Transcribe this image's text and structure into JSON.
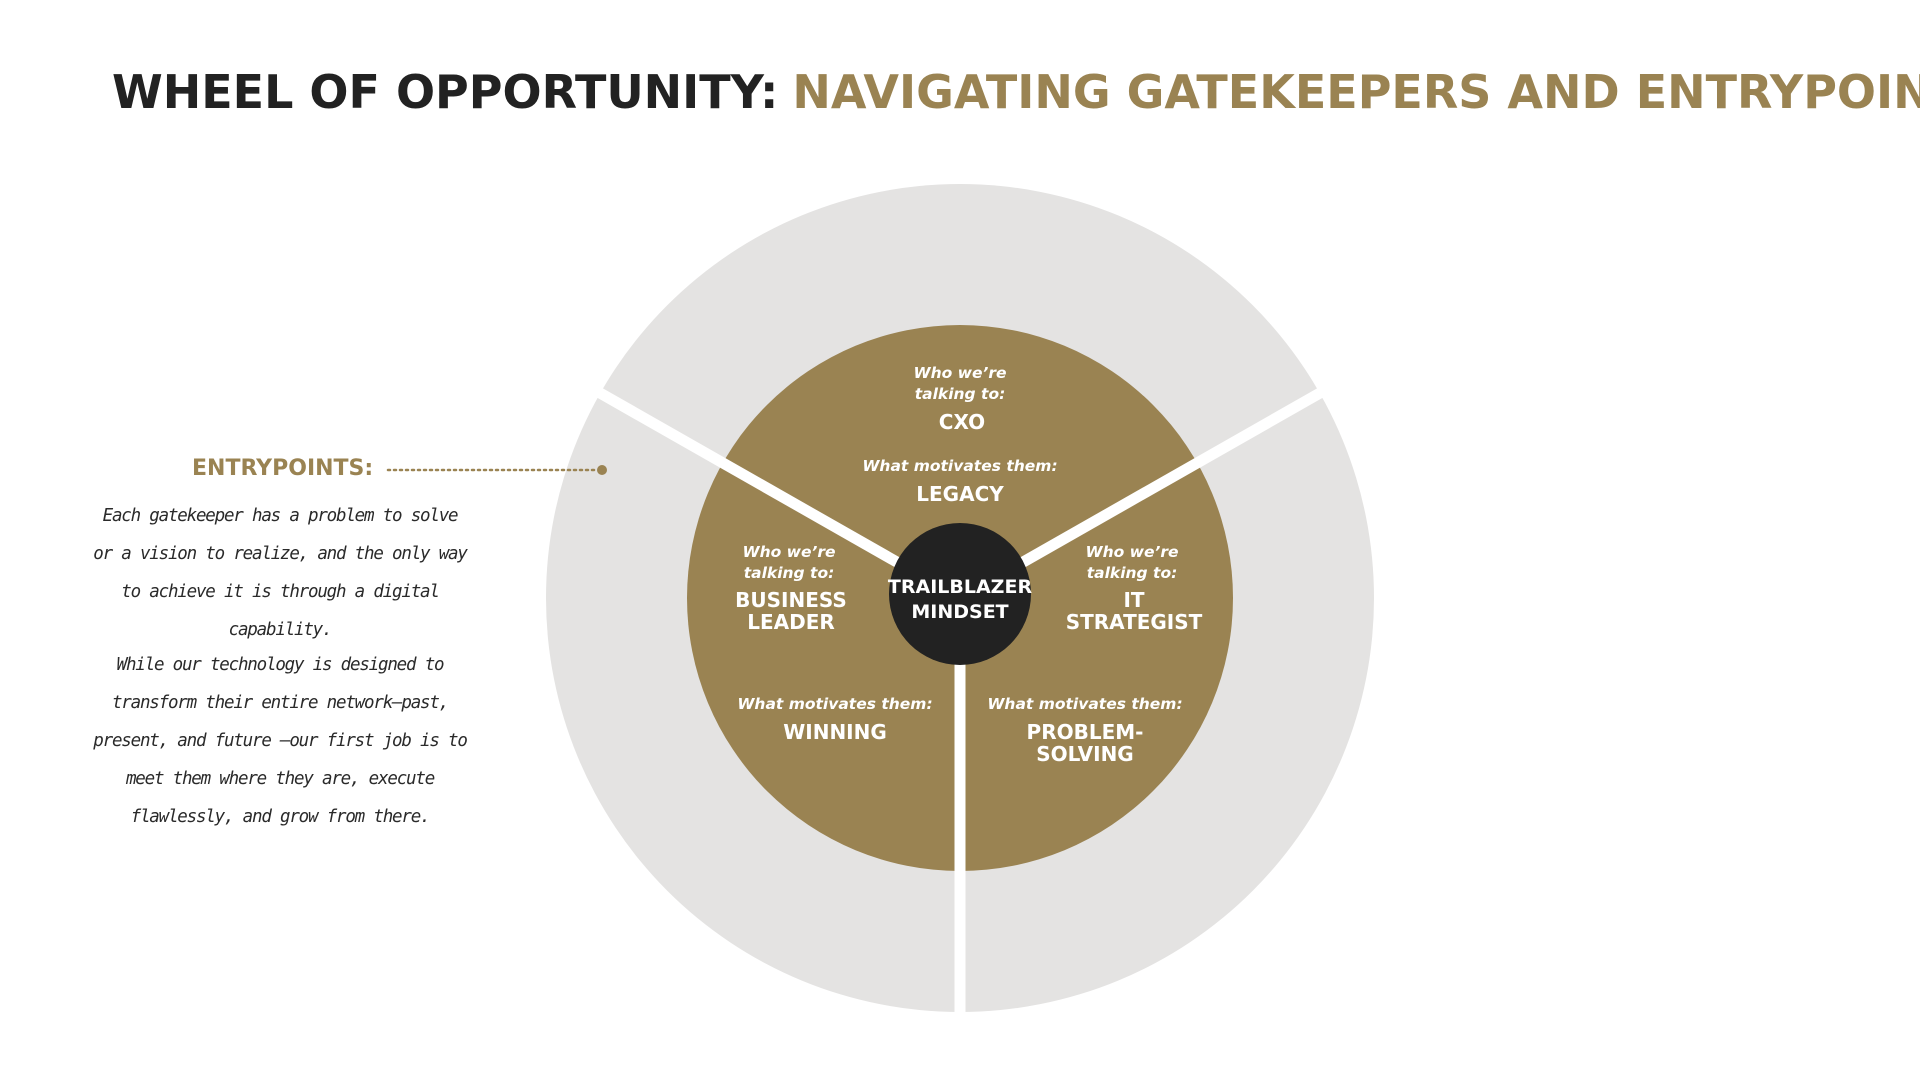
{
  "title": {
    "part1": "WHEEL OF OPPORTUNITY:",
    "part2": "NAVIGATING GATEKEEPERS AND ENTRYPOINTS"
  },
  "entrypoints": {
    "label": "ENTRYPOINTS:",
    "paragraph1": "Each gatekeeper has a problem to solve or a vision to realize, and the only way to achieve it is through a digital capability.",
    "paragraph2": "While our technology is designed to transform their entire network—past, present, and future —our first job is to meet them where they are, execute flawlessly, and grow from there."
  },
  "wheel": {
    "center": {
      "line1": "TRAILBLAZER",
      "line2": "MINDSET"
    },
    "segments": [
      {
        "who_label_1": "Who we’re",
        "who_label_2": "talking to:",
        "who_1": "CXO",
        "who_2": "",
        "motive_label": "What motivates them:",
        "motive_1": "LEGACY",
        "motive_2": ""
      },
      {
        "who_label_1": "Who we’re",
        "who_label_2": "talking to:",
        "who_1": "BUSINESS",
        "who_2": "LEADER",
        "motive_label": "What motivates them:",
        "motive_1": "WINNING",
        "motive_2": ""
      },
      {
        "who_label_1": "Who we’re",
        "who_label_2": "talking to:",
        "who_1": "IT",
        "who_2": "STRATEGIST",
        "motive_label": "What motivates them:",
        "motive_1": "PROBLEM-",
        "motive_2": "SOLVING"
      }
    ]
  },
  "colors": {
    "gold": "#9a8352",
    "light_gray": "#e4e3e2",
    "dark": "#222222",
    "white": "#ffffff"
  }
}
